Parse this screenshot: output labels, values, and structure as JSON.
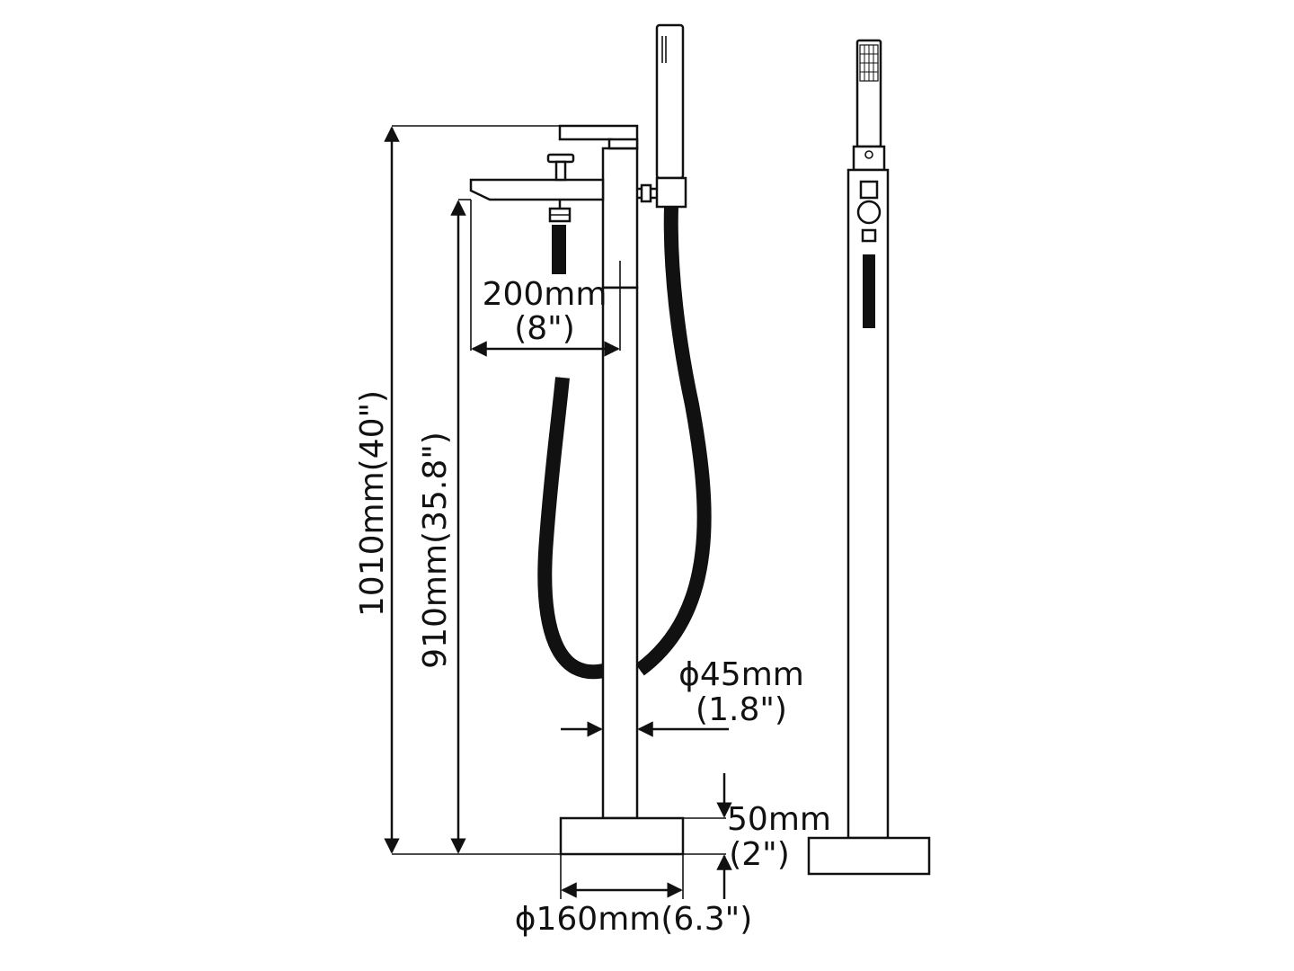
{
  "labels": {
    "total_height": "1010mm(40\")",
    "spout_height": "910mm(35.8\")",
    "spout_reach_mm": "200mm",
    "spout_reach_in": "(8\")",
    "pipe_diameter_mm": "ϕ45mm",
    "pipe_diameter_in": "(1.8\")",
    "base_height_mm": "50mm",
    "base_height_in": "(2\")",
    "base_diameter": "ϕ160mm(6.3\")"
  },
  "colors": {
    "line": "#111111",
    "background": "#ffffff"
  }
}
